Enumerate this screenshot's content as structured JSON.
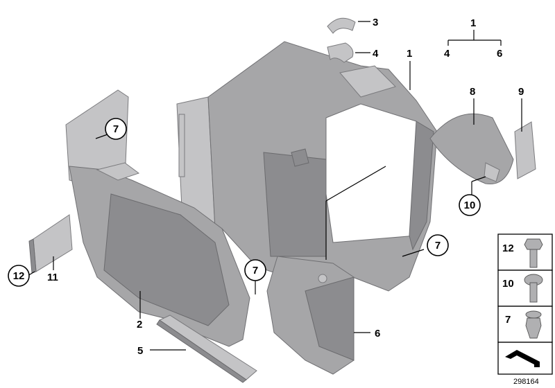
{
  "callouts": {
    "c1_top": "1",
    "c1_sub_a": "4",
    "c1_sub_b": "6",
    "c1_main": "1",
    "c2": "2",
    "c3": "3",
    "c4": "4",
    "c5": "5",
    "c6": "6",
    "c7_a": "7",
    "c7_b": "7",
    "c7_c": "7",
    "c8": "8",
    "c9": "9",
    "c10": "10",
    "c11": "11",
    "c12": "12"
  },
  "legend": {
    "item_12": "12",
    "item_10": "10",
    "item_7": "7"
  },
  "catalog_number": "298164",
  "colors": {
    "part_fill": "#a6a6a8",
    "part_shadow": "#8c8c8f",
    "line": "#000000",
    "background": "#ffffff"
  }
}
